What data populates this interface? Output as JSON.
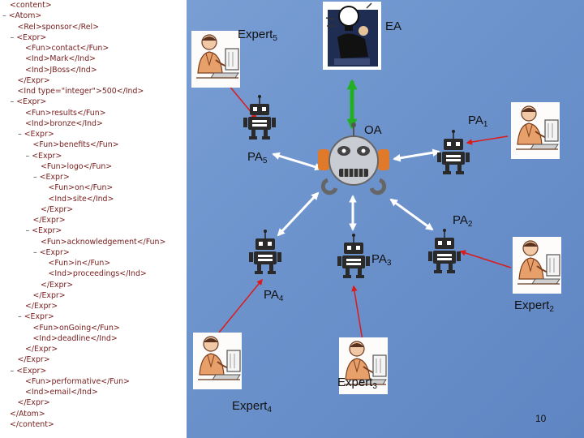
{
  "xml_lines": [
    {
      "indent": 0,
      "marker": "",
      "text": "<content>"
    },
    {
      "indent": 0,
      "marker": "–",
      "text": "<Atom>"
    },
    {
      "indent": 1,
      "marker": "",
      "text": "<Rel>sponsor</Rel>"
    },
    {
      "indent": 1,
      "marker": "–",
      "text": "<Expr>"
    },
    {
      "indent": 2,
      "marker": "",
      "text": "<Fun>contact</Fun>"
    },
    {
      "indent": 2,
      "marker": "",
      "text": "<Ind>Mark</Ind>"
    },
    {
      "indent": 2,
      "marker": "",
      "text": "<Ind>JBoss</Ind>"
    },
    {
      "indent": 1,
      "marker": "",
      "text": "</Expr>"
    },
    {
      "indent": 1,
      "marker": "",
      "text": "<Ind type=\"integer\">500</Ind>"
    },
    {
      "indent": 1,
      "marker": "–",
      "text": "<Expr>"
    },
    {
      "indent": 2,
      "marker": "",
      "text": "<Fun>results</Fun>"
    },
    {
      "indent": 2,
      "marker": "",
      "text": "<Ind>bronze</Ind>"
    },
    {
      "indent": 2,
      "marker": "–",
      "text": "<Expr>"
    },
    {
      "indent": 3,
      "marker": "",
      "text": "<Fun>benefits</Fun>"
    },
    {
      "indent": 3,
      "marker": "–",
      "text": "<Expr>"
    },
    {
      "indent": 4,
      "marker": "",
      "text": "<Fun>logo</Fun>"
    },
    {
      "indent": 4,
      "marker": "–",
      "text": "<Expr>"
    },
    {
      "indent": 5,
      "marker": "",
      "text": "<Fun>on</Fun>"
    },
    {
      "indent": 5,
      "marker": "",
      "text": "<Ind>site</Ind>"
    },
    {
      "indent": 4,
      "marker": "",
      "text": "</Expr>"
    },
    {
      "indent": 3,
      "marker": "",
      "text": "</Expr>"
    },
    {
      "indent": 3,
      "marker": "–",
      "text": "<Expr>"
    },
    {
      "indent": 4,
      "marker": "",
      "text": "<Fun>acknowledgement</Fun>"
    },
    {
      "indent": 4,
      "marker": "–",
      "text": "<Expr>"
    },
    {
      "indent": 5,
      "marker": "",
      "text": "<Fun>in</Fun>"
    },
    {
      "indent": 5,
      "marker": "",
      "text": "<Ind>proceedings</Ind>"
    },
    {
      "indent": 4,
      "marker": "",
      "text": "</Expr>"
    },
    {
      "indent": 3,
      "marker": "",
      "text": "</Expr>"
    },
    {
      "indent": 2,
      "marker": "",
      "text": "</Expr>"
    },
    {
      "indent": 2,
      "marker": "–",
      "text": "<Expr>"
    },
    {
      "indent": 3,
      "marker": "",
      "text": "<Fun>onGoing</Fun>"
    },
    {
      "indent": 3,
      "marker": "",
      "text": "<Ind>deadline</Ind>"
    },
    {
      "indent": 2,
      "marker": "",
      "text": "</Expr>"
    },
    {
      "indent": 1,
      "marker": "",
      "text": "</Expr>"
    },
    {
      "indent": 1,
      "marker": "–",
      "text": "<Expr>"
    },
    {
      "indent": 2,
      "marker": "",
      "text": "<Fun>performative</Fun>"
    },
    {
      "indent": 2,
      "marker": "",
      "text": "<Ind>email</Ind>"
    },
    {
      "indent": 1,
      "marker": "",
      "text": "</Expr>"
    },
    {
      "indent": 0,
      "marker": "",
      "text": "</Atom>"
    },
    {
      "indent": 0,
      "marker": "",
      "text": "</content>"
    }
  ],
  "labels": {
    "ea": "EA",
    "oa": "OA",
    "pa1": {
      "base": "PA",
      "sub": "1"
    },
    "pa2": {
      "base": "PA",
      "sub": "2"
    },
    "pa3": {
      "base": "PA",
      "sub": "3"
    },
    "pa4": {
      "base": "PA",
      "sub": "4"
    },
    "pa5": {
      "base": "PA",
      "sub": "5"
    },
    "expert2": {
      "base": "Expert",
      "sub": "2"
    },
    "expert3": {
      "base": "Expert",
      "sub": "3"
    },
    "expert4": {
      "base": "Expert",
      "sub": "4"
    },
    "expert5": {
      "base": "Expert",
      "sub": "5"
    }
  },
  "page_number": "10",
  "colors": {
    "background": "#6f95cd",
    "agent_arrow": "#ffffff",
    "expert_arrow": "#dd1a1a",
    "ea_link": "#22b022"
  },
  "icons": {
    "ea": "executive-lightbulb-icon",
    "oa": "robot-head-icon",
    "pa": "robot-icon",
    "expert": "person-at-computer-icon"
  }
}
